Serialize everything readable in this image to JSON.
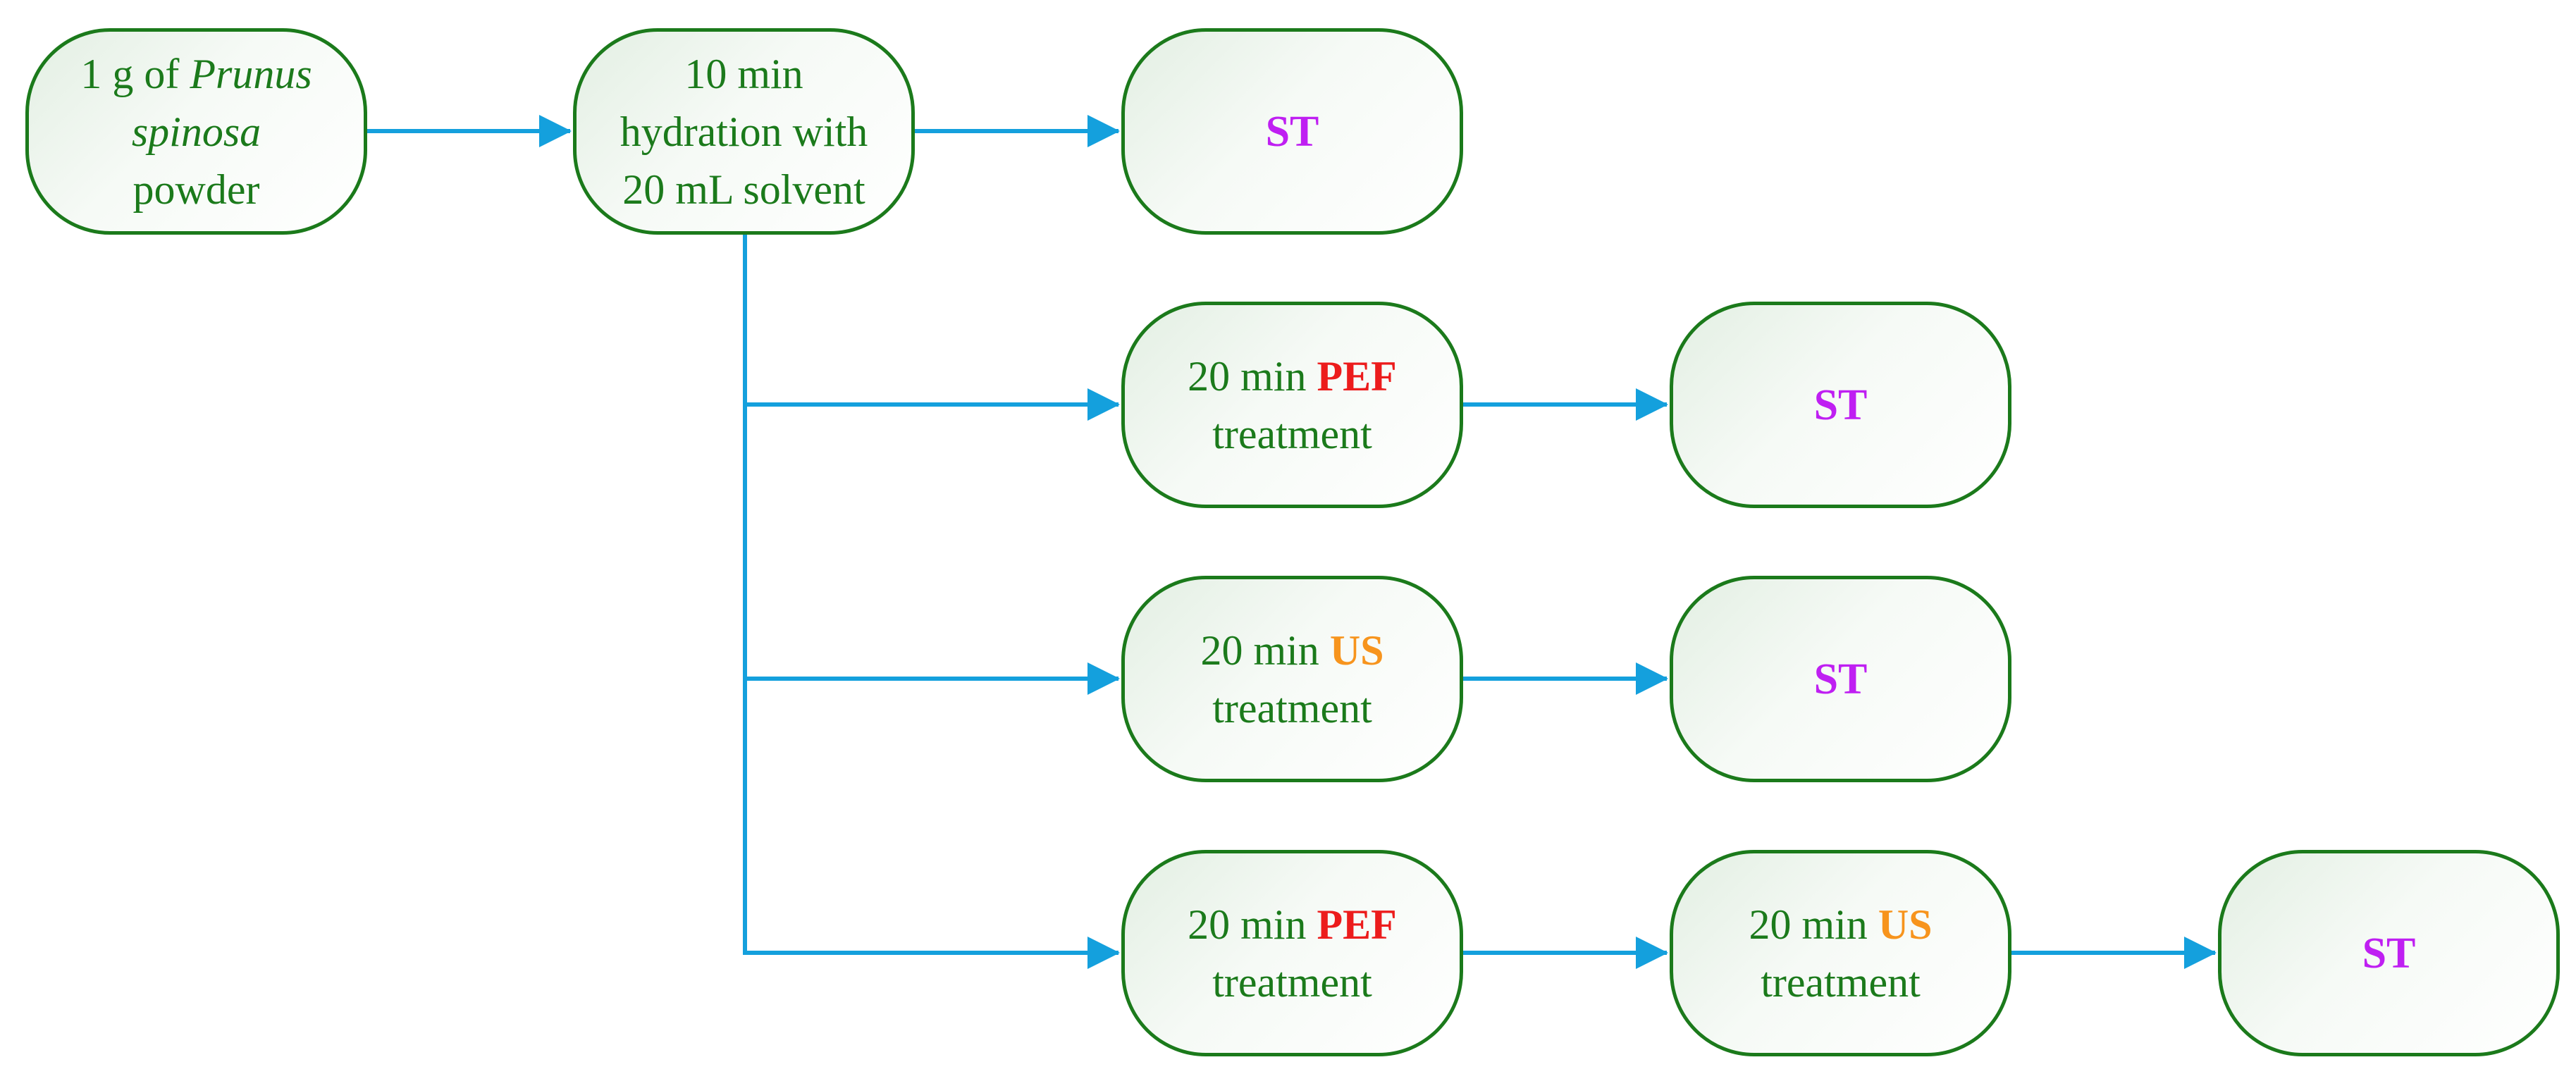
{
  "colors": {
    "text_green": "#1b7a1b",
    "border_green": "#1b7a1b",
    "arrow_blue": "#14a0dd",
    "st_purple": "#bf1ff2",
    "pef_red": "#ec1c1c",
    "us_orange": "#f7941d"
  },
  "nodes": {
    "powder": {
      "prefix": "1 g of ",
      "species_genus": "Prunus",
      "species_epithet": "spinosa",
      "suffix": "powder"
    },
    "hydration": {
      "line1": "10 min",
      "line2": "hydration with",
      "line3": "20 mL solvent"
    },
    "st_direct": {
      "label": "ST"
    },
    "pef_branch": {
      "time": "20 min ",
      "method": "PEF",
      "word": "treatment"
    },
    "st_after_pef": {
      "label": "ST"
    },
    "us_branch": {
      "time": "20 min ",
      "method": "US",
      "word": "treatment"
    },
    "st_after_us": {
      "label": "ST"
    },
    "pef_combined": {
      "time": "20 min ",
      "method": "PEF",
      "word": "treatment"
    },
    "us_combined": {
      "time": "20 min ",
      "method": "US",
      "word": "treatment"
    },
    "st_combined": {
      "label": "ST"
    }
  }
}
